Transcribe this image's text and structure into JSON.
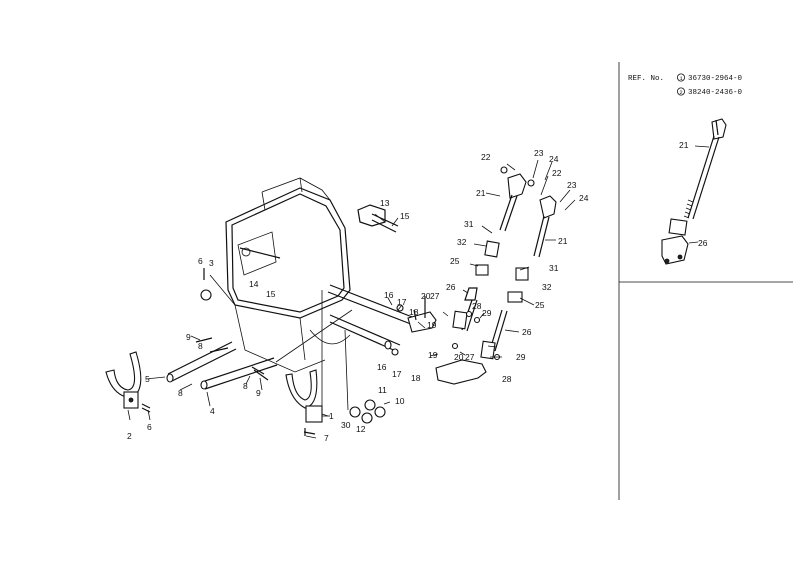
{
  "ref": {
    "label": "REF. No.",
    "items": [
      {
        "mark": "1",
        "number": "36730-2964-0"
      },
      {
        "mark": "2",
        "number": "38240-2436-0"
      }
    ]
  },
  "callouts": [
    "1",
    "2",
    "3",
    "4",
    "5",
    "6",
    "7",
    "8",
    "9",
    "10",
    "11",
    "12",
    "13",
    "14",
    "15",
    "16",
    "17",
    "18",
    "19",
    "20",
    "21",
    "22",
    "23",
    "24",
    "25",
    "26",
    "27",
    "28",
    "29",
    "30",
    "31",
    "32"
  ]
}
